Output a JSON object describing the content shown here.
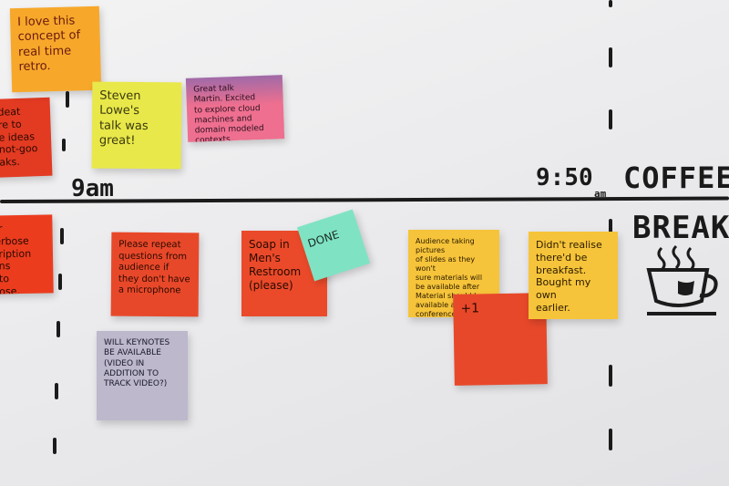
{
  "board": {
    "time_9am": "9am",
    "time_950": "9:50",
    "time_950_suffix": "am",
    "coffee_label": "COFFEE",
    "break_label": "BREAK"
  },
  "notes": {
    "n1": "I love this\nconcept of\nreal time\nretro.",
    "n2": "Steven\nLowe's\ntalk was\ngreat!",
    "n3": "Great talk\nMartin. Excited\nto explore cloud\nmachines and\ndomain modeled\ncontexts.",
    "n4": "Please repeat\nquestions from\naudience if\nthey don't have\na microphone",
    "n5": "Soap in\nMen's\nRestroom\n(please)",
    "n6": "DONE",
    "n7": "Audience taking pictures\nof slides as they won't\nsure materials will\nbe available after\nMaterial should be\navailable after\nconference",
    "n8": "+1",
    "n9": "Didn't realise\nthere'd be\nbreakfast.\nBought my own\nearlier.",
    "n10": "WILL KEYNOTES\nBE AVAILABLE\n(VIDEO IN\nADDITION TO\nTRACK VIDEO?)",
    "left_top": "...deat\n...re to\n...e ideas\n...not-goo\n...aks.",
    "left_bottom": "...r verbose\n...ription\n...ns\n...to\n...ose."
  },
  "colors": {
    "orange": "#f7a82a",
    "yellow": "#e9e84a",
    "pink": "#ee6f8f",
    "red": "#e8482a",
    "mint": "#7fe3c3",
    "amber": "#f6c43a",
    "lavender": "#bdb8cc"
  }
}
